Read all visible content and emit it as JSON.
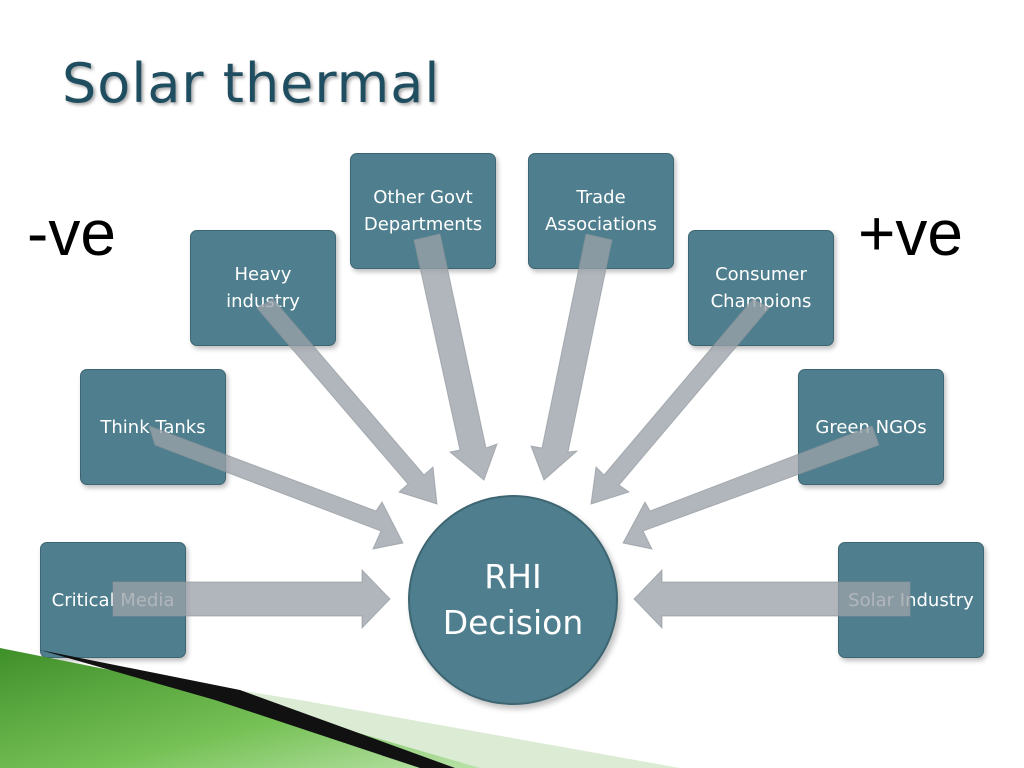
{
  "slide": {
    "title": "Solar thermal",
    "negative_label": "-ve",
    "positive_label": "+ve"
  },
  "center": {
    "label": "RHI\nDecision"
  },
  "stakeholders": [
    {
      "id": "critical-media",
      "label": "Critical Media",
      "side": "negative"
    },
    {
      "id": "think-tanks",
      "label": "Think Tanks",
      "side": "negative"
    },
    {
      "id": "heavy-industry",
      "label": "Heavy\nindustry",
      "side": "negative"
    },
    {
      "id": "other-govt",
      "label": "Other Govt\nDepartments",
      "side": "negative"
    },
    {
      "id": "trade-associations",
      "label": "Trade\nAssociations",
      "side": "positive"
    },
    {
      "id": "consumer-champions",
      "label": "Consumer\nChampions",
      "side": "positive"
    },
    {
      "id": "green-ngos",
      "label": "Green NGOs",
      "side": "positive"
    },
    {
      "id": "solar-industry",
      "label": "Solar Industry",
      "side": "positive"
    }
  ],
  "colors": {
    "box_fill": "#4f7f8e",
    "arrow_fill": "#9aa1a8",
    "title": "#1f4e60",
    "deco_green": "#5aaa3c"
  }
}
